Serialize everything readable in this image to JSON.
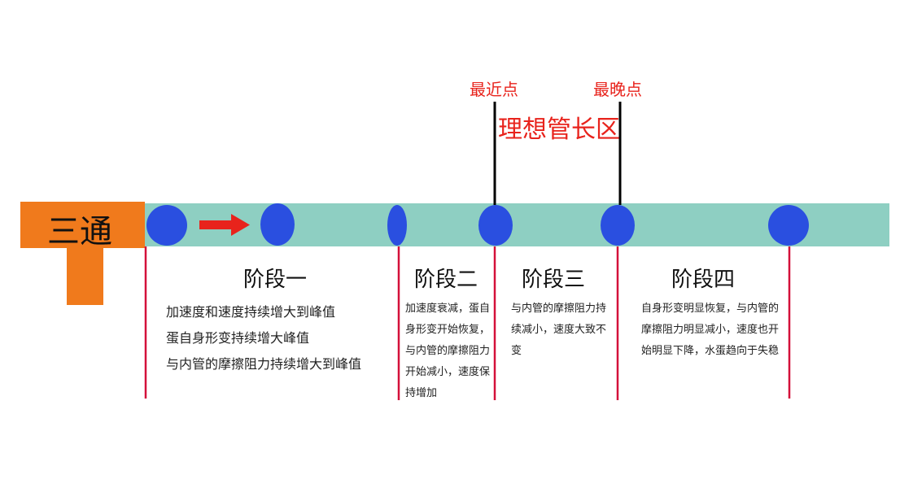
{
  "colors": {
    "tube": "#8ecfc2",
    "tee": "#f07a1c",
    "ball": "#2a4fe0",
    "arrow": "#e8231c",
    "divider": "#d4103a",
    "marker": "#000000",
    "label": "#e8231c"
  },
  "tee_label": "三通",
  "markers": {
    "nearest": "最近点",
    "latest": "最晚点",
    "ideal_zone": "理想管长区"
  },
  "stages": [
    {
      "title": "阶段一",
      "lines": [
        "加速度和速度持续增大到峰值",
        "蛋自身形变持续增大峰值",
        "与内管的摩擦阻力持续增大到峰值"
      ]
    },
    {
      "title": "阶段二",
      "text": "加速度衰减，蛋自身形变开始恢复，与内管的摩擦阻力开始减小，速度保持增加"
    },
    {
      "title": "阶段三",
      "text": "与内管的摩擦阻力持续减小，速度大致不变"
    },
    {
      "title": "阶段四",
      "text": "自身形变明显恢复，与内管的摩擦阻力明显减小，速度也开始明显下降，水蛋趋向于失稳"
    }
  ]
}
